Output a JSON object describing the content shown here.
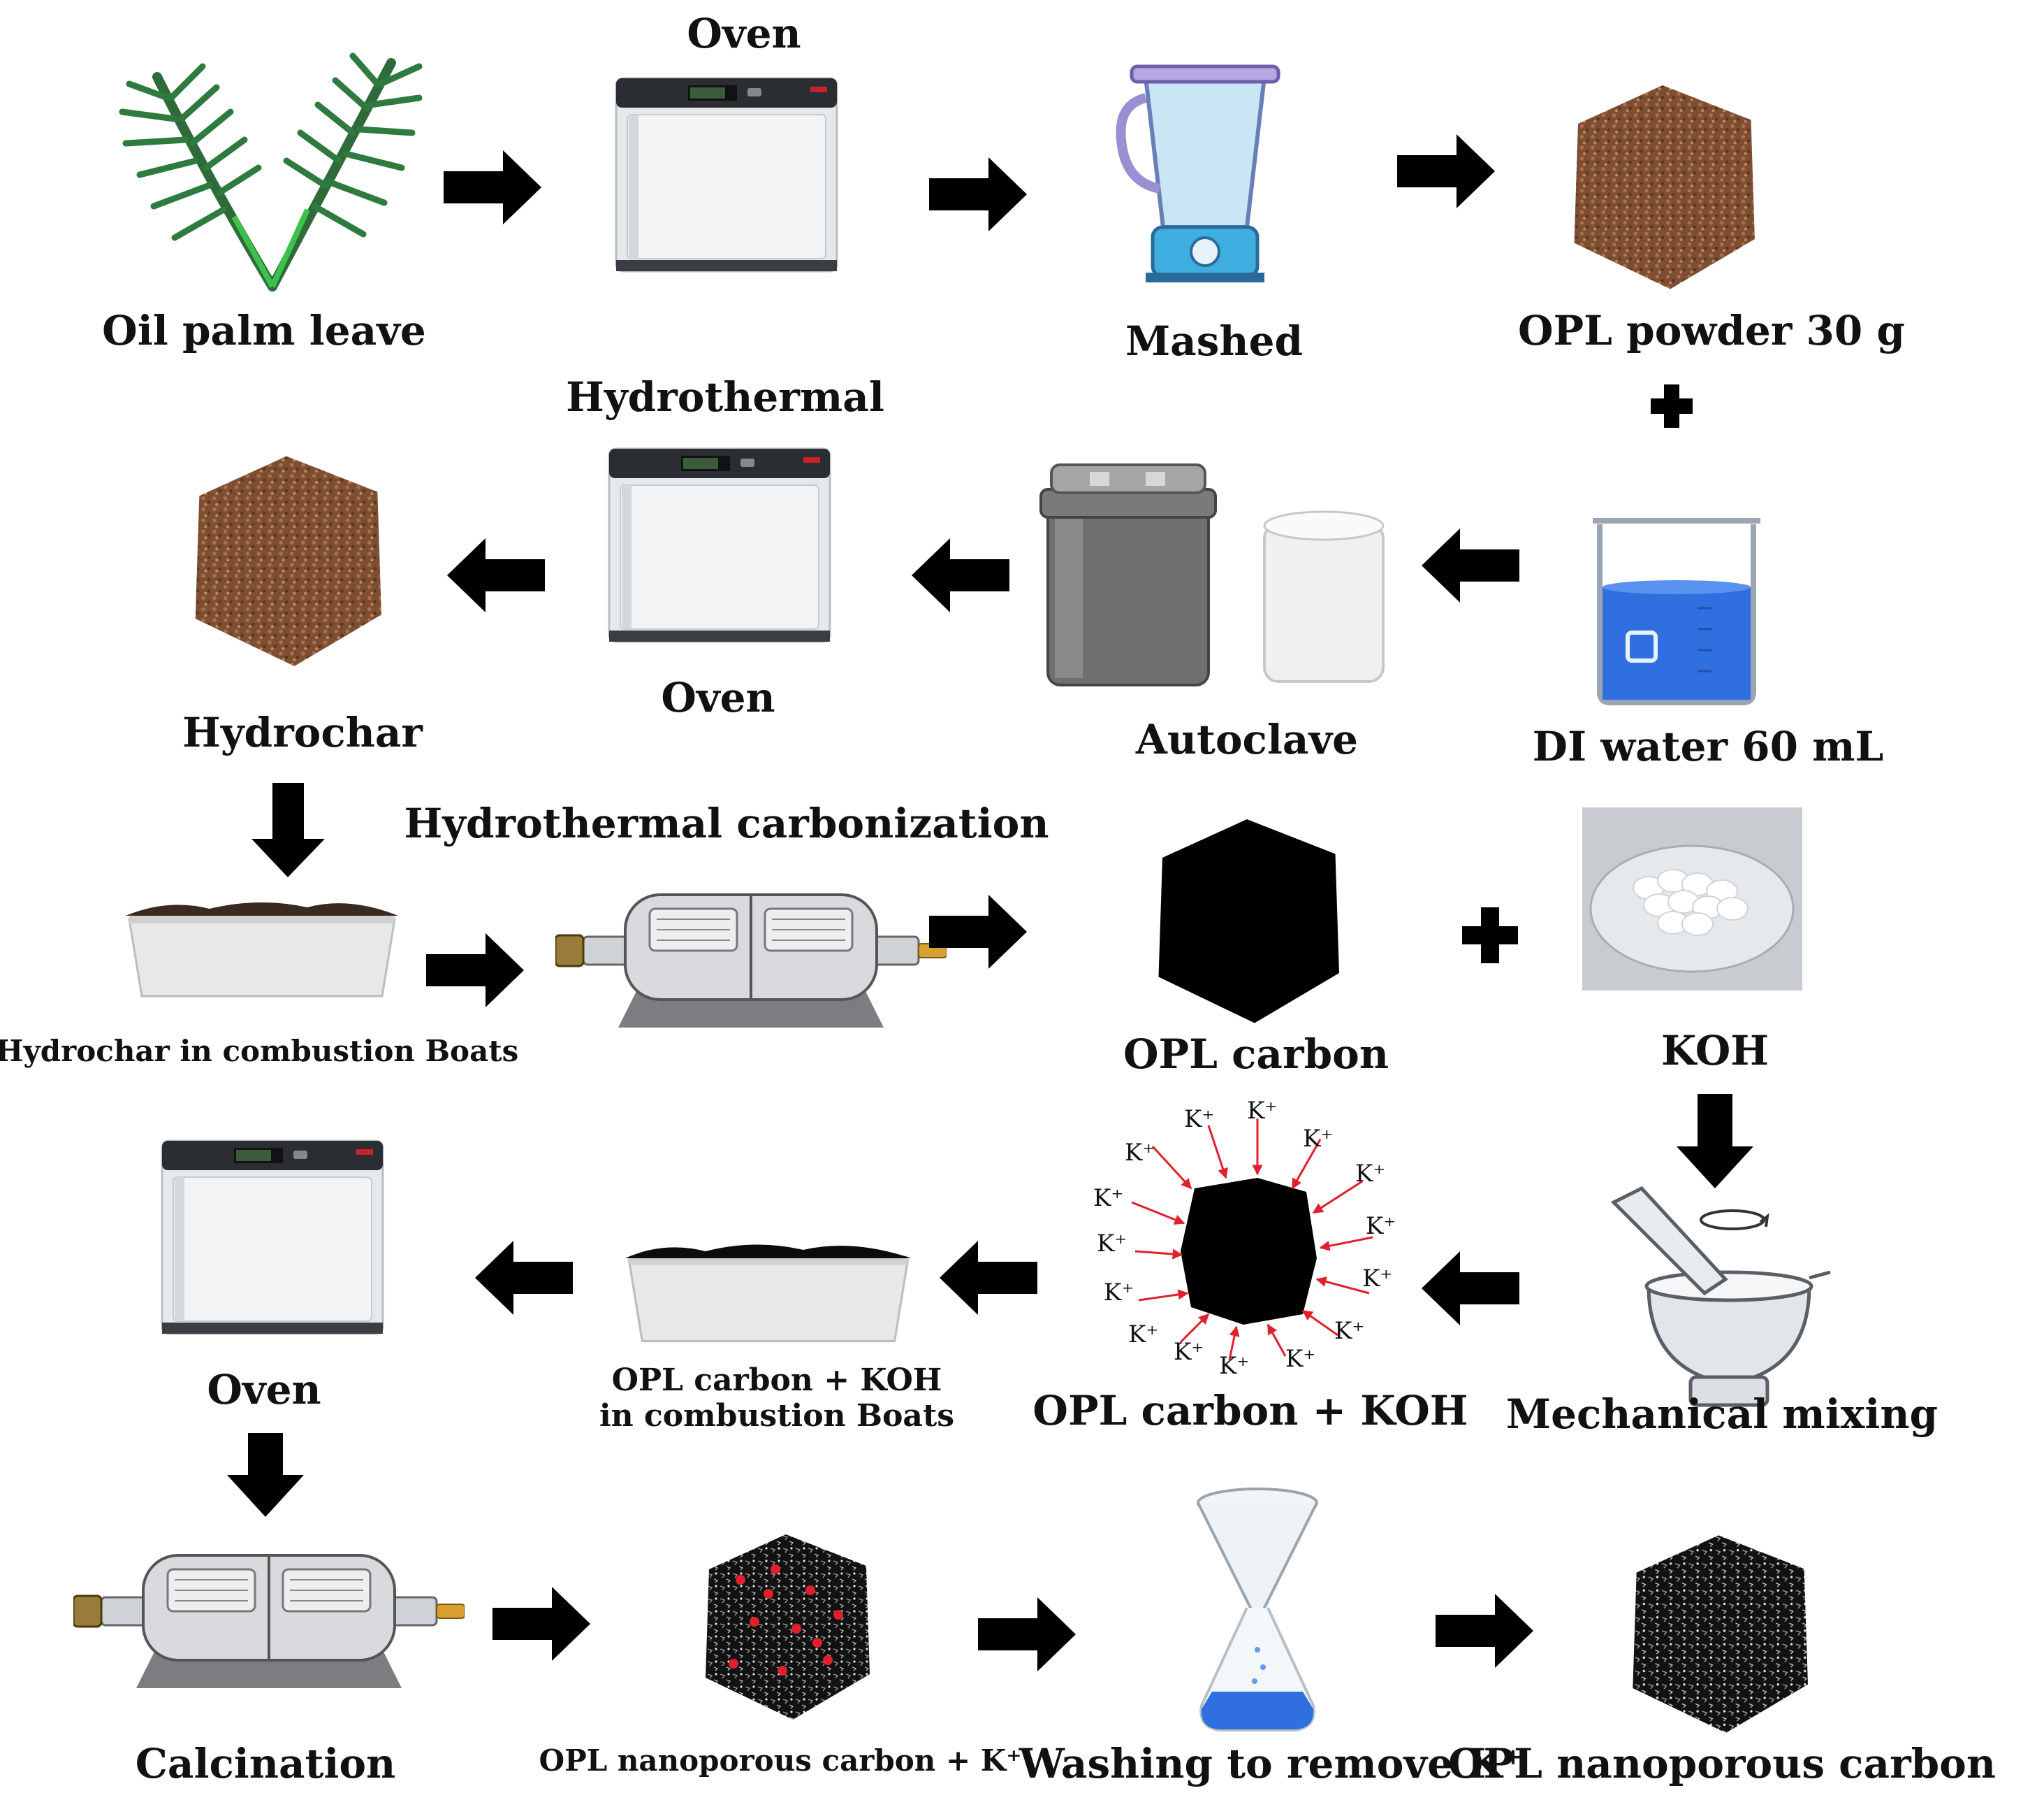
{
  "labels": {
    "oil_palm_leave": "Oil palm leave",
    "oven_1": "Oven",
    "mashed": "Mashed",
    "opl_powder": "OPL powder 30 g",
    "di_water": "DI water 60 mL",
    "autoclave": "Autoclave",
    "hydrothermal": "Hydrothermal",
    "oven_2": "Oven",
    "hydrochar": "Hydrochar",
    "hydrochar_boats": "Hydrochar in combustion Boats",
    "hydrothermal_carbonization": "Hydrothermal carbonization",
    "opl_carbon": "OPL carbon",
    "koh": "KOH",
    "mechanical_mixing": "Mechanical mixing",
    "opl_carbon_koh": "OPL carbon + KOH",
    "opl_carbon_koh_boats": "OPL carbon + KOH\nin combustion Boats",
    "oven_3": "Oven",
    "calcination": "Calcination",
    "nanoporous_k": "OPL nanoporous carbon + K⁺",
    "washing": "Washing to remove K⁺",
    "nanoporous": "OPL nanoporous carbon",
    "k_ion": "K⁺"
  },
  "colors": {
    "leaf": "#2f6b3a",
    "leaf_stem": "#3cc24a",
    "powder": "#8a5a3a",
    "water": "#2f6fe0",
    "arrow": "#000000",
    "k_arrow": "#e0202a"
  },
  "icons": [
    "palm-leaf-icon",
    "oven-icon",
    "blender-icon",
    "powder-cube-icon",
    "beaker-icon",
    "autoclave-icon",
    "combustion-boat-icon",
    "tube-furnace-icon",
    "carbon-cube-icon",
    "koh-pellets-icon",
    "mortar-pestle-icon",
    "filter-funnel-icon",
    "nanoporous-cube-icon"
  ]
}
